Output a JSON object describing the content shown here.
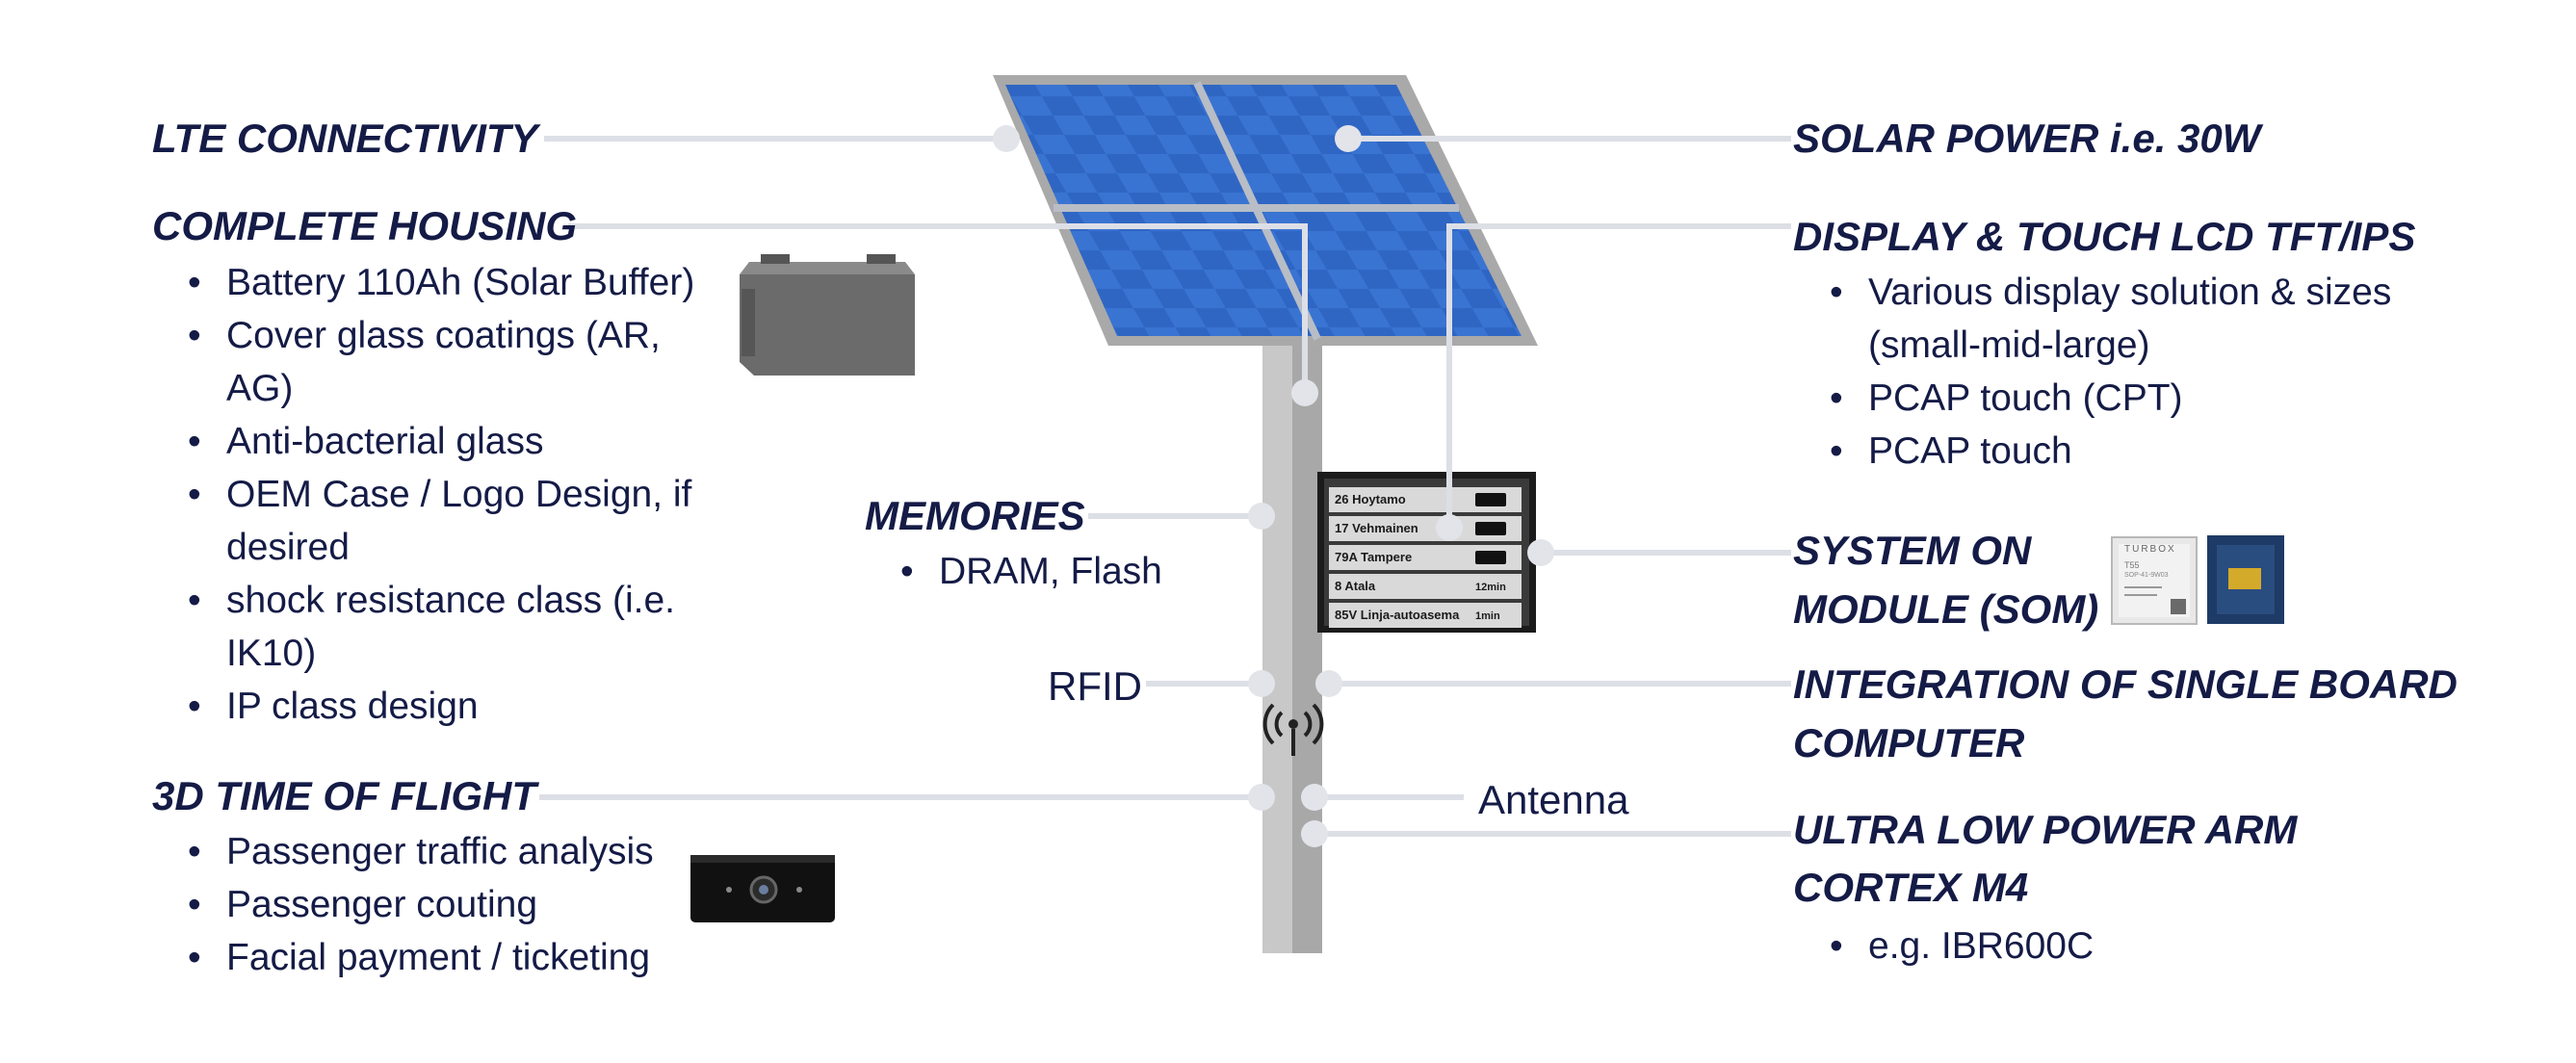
{
  "left": {
    "lte": {
      "title": "LTE CONNECTIVITY"
    },
    "housing": {
      "title": "COMPLETE HOUSING",
      "items": [
        "Battery 110Ah (Solar Buffer)",
        "Cover glass coatings (AR, AG)",
        "Anti-bacterial glass",
        "OEM Case / Logo Design, if desired",
        "shock resistance class (i.e. IK10)",
        "IP class design"
      ]
    },
    "tof": {
      "title": "3D TIME OF FLIGHT",
      "items": [
        "Passenger traffic analysis",
        "Passenger couting",
        "Facial payment / ticketing"
      ]
    }
  },
  "center": {
    "memories": {
      "title": "MEMORIES",
      "items": [
        "DRAM, Flash"
      ]
    },
    "rfid": "RFID",
    "antenna": "Antenna"
  },
  "right": {
    "solar": {
      "title": "SOLAR POWER i.e. 30W"
    },
    "display": {
      "title": "DISPLAY & TOUCH LCD TFT/IPS",
      "items": [
        "Various display solution & sizes (small-mid-large)",
        "PCAP touch (CPT)",
        "PCAP touch"
      ]
    },
    "som": {
      "title_line1": "SYSTEM ON",
      "title_line2": "MODULE (SOM)"
    },
    "sbc": {
      "title_line1": "INTEGRATION OF SINGLE BOARD",
      "title_line2": "COMPUTER"
    },
    "arm": {
      "title_line1": "ULTRA LOW POWER ARM",
      "title_line2": "CORTEX M4",
      "items": [
        "e.g. IBR600C"
      ]
    }
  },
  "sign": {
    "rows": [
      {
        "text": "26 Hoytamo",
        "suffix": ""
      },
      {
        "text": "17 Vehmainen",
        "suffix": ""
      },
      {
        "text": "79A Tampere",
        "suffix": ""
      },
      {
        "text": "8 Atala",
        "suffix": "12min"
      },
      {
        "text": "85V Linja-autoasema",
        "suffix": "1min"
      }
    ]
  },
  "som_chip": {
    "brand": "TURBOX",
    "model": "T55",
    "part": "SOP-41-9W03"
  },
  "icons": [
    "battery-image",
    "tof-camera-image",
    "solar-panel",
    "wireless-icon",
    "som-module-image",
    "chip-image",
    "bus-icon"
  ],
  "colors": {
    "text": "#141b46",
    "connector": "#dddfe6",
    "panel": "#2d63c0",
    "pole": "#c7c7c7"
  }
}
